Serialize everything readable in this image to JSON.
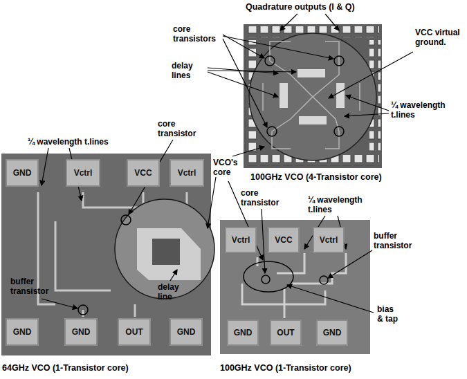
{
  "diagram": {
    "nodes": [
      {
        "text": [
          "GND"
        ]
      },
      {
        "text": [
          "Vctrl"
        ]
      },
      {
        "text": [
          "VCC"
        ]
      },
      {
        "text": [
          "Vctrl"
        ]
      },
      {
        "text": [
          "GND"
        ]
      },
      {
        "text": [
          "GND"
        ]
      },
      {
        "text": [
          "OUT"
        ]
      },
      {
        "text": [
          "GND"
        ]
      },
      {
        "text": [
          "Vctrl"
        ]
      },
      {
        "text": [
          "VCC"
        ]
      },
      {
        "text": [
          "Vctrl"
        ]
      },
      {
        "text": [
          "GND"
        ]
      },
      {
        "text": [
          "OUT"
        ]
      },
      {
        "text": [
          "GND"
        ]
      }
    ],
    "labels": [
      "Quadrature outputs (I & Q)",
      "core transistors",
      "VCC virtual ground.",
      "delay lines",
      "¼ wavelength t.lines",
      "100GHz VCO (4-Transistor core)",
      "¼ wavelength t.lines",
      "core transistor",
      "VCO's core",
      "core transistor",
      "¼ wavelength t.lines",
      "buffer transistor",
      "buffer transistor",
      "delay line",
      "bias & tap",
      "64GHz VCO (1-Transistor core)",
      "100GHz VCO (1-Transistor core)"
    ]
  }
}
